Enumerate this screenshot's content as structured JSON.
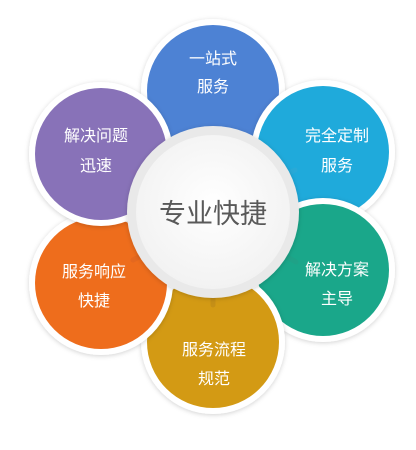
{
  "center": {
    "label": "专业快捷"
  },
  "petals": [
    {
      "id": "top",
      "line1": "一站式",
      "line2": "服务",
      "color": "#4d82d4"
    },
    {
      "id": "top-right",
      "line1": "完全定制",
      "line2": "服务",
      "color": "#1faadb"
    },
    {
      "id": "bottom-right",
      "line1": "解决方案",
      "line2": "主导",
      "color": "#1aa78a"
    },
    {
      "id": "bottom",
      "line1": "服务流程",
      "line2": "规范",
      "color": "#d39a14"
    },
    {
      "id": "bottom-left",
      "line1": "服务响应",
      "line2": "快捷",
      "color": "#ee6d1c"
    },
    {
      "id": "top-left",
      "line1": "解决问题",
      "line2": "迅速",
      "color": "#8872b8"
    }
  ],
  "colors": {
    "center_text": "#595959",
    "arrow": "#ffffff",
    "ring": "#e9e9e9"
  }
}
